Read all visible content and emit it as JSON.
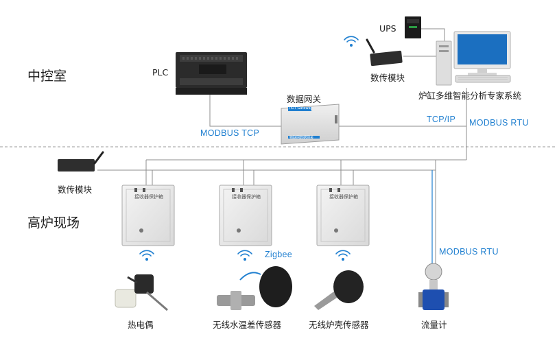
{
  "zones": {
    "control_room": "中控室",
    "field": "高炉现场"
  },
  "devices": {
    "plc": "PLC",
    "ups": "UPS",
    "gateway": "数据网关",
    "gateway_panel": "IIOT Gateway",
    "gateway_sub": "物联网数据网关",
    "modem_top": "数传模块",
    "modem_left": "数传模块",
    "expert_system": "炉缸多维智能分析专家系统",
    "collector_panel": "接收器保护箱"
  },
  "links": {
    "modbus_tcp": "MODBUS TCP",
    "tcp_ip": "TCP/IP",
    "modbus_rtu_top": "MODBUS RTU",
    "modbus_rtu_flow": "MODBUS RTU",
    "zigbee": "Zigbee"
  },
  "sensors": {
    "thermocouple": "热电偶",
    "water_temp": "无线水温差传感器",
    "shell": "无线炉壳传感器",
    "flowmeter": "流量计"
  },
  "colors": {
    "label_blue": "#1f7fd0",
    "line": "#8c8c8c",
    "dashed": "#9a9a9a"
  }
}
